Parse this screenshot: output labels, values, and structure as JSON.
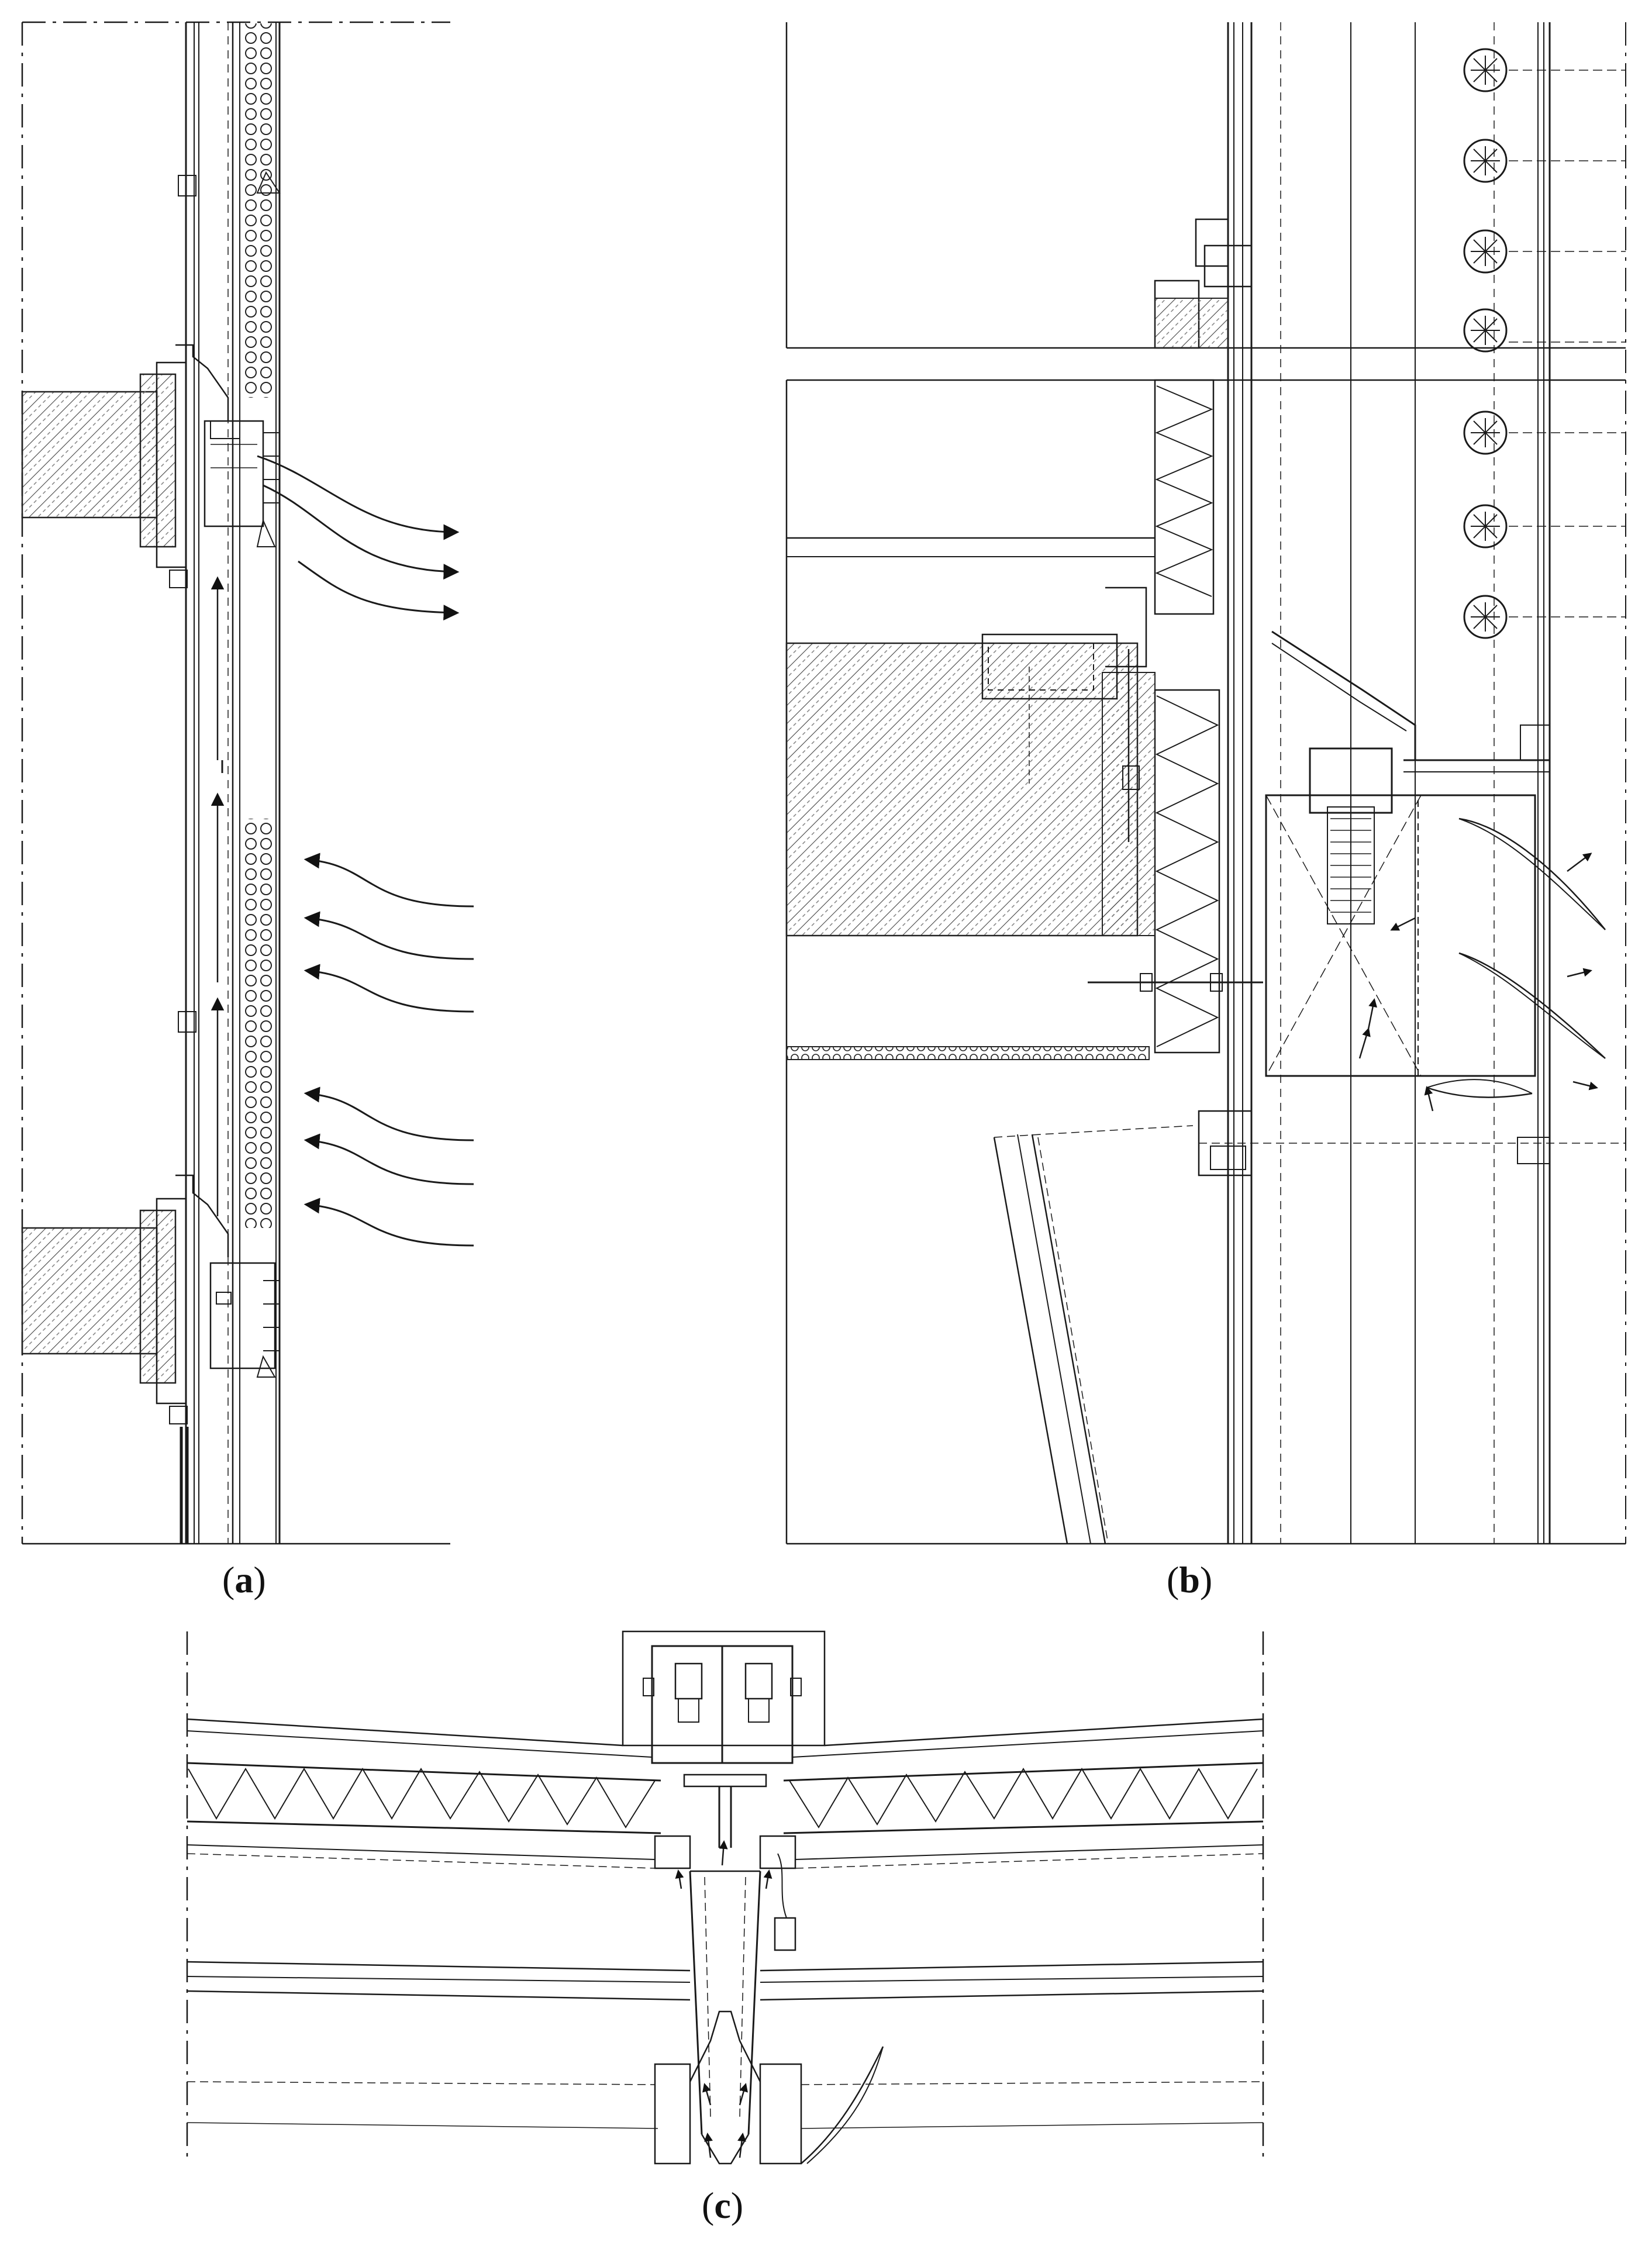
{
  "captions": {
    "a": "a",
    "b": "b",
    "c": "c"
  },
  "colors": {
    "line": "#1a1a1a",
    "dash": "#555555",
    "hatch": "#444444",
    "background": "#ffffff"
  }
}
